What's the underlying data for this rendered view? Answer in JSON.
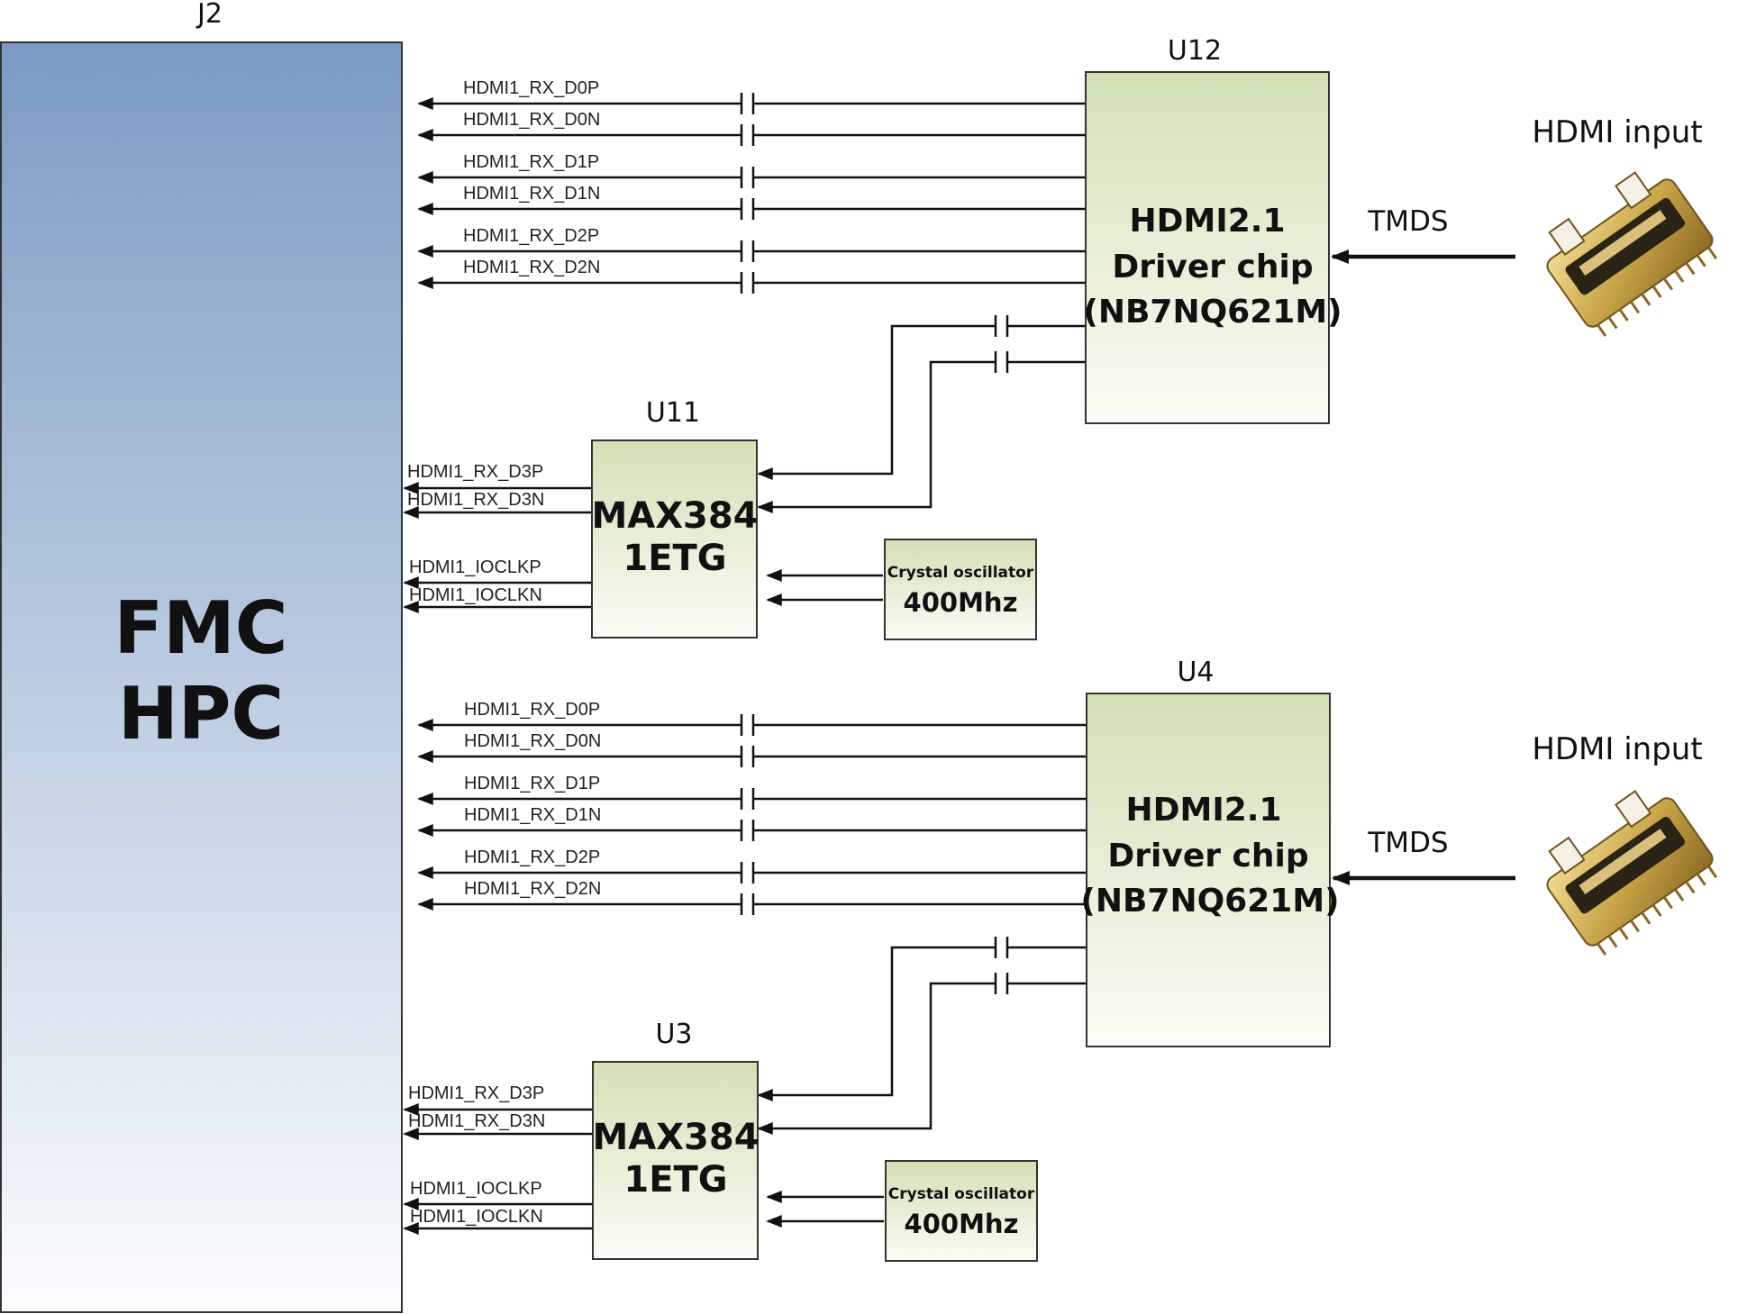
{
  "fmc": {
    "ref": "J2",
    "label_line1": "FMC",
    "label_line2": "HPC",
    "color_top": "#7b9bc3",
    "color_bottom": "#fbfcfe"
  },
  "channels": [
    {
      "driver_ref": "U12",
      "driver_line1": "HDMI2.1",
      "driver_line2": "Driver chip",
      "driver_line3": "(NB7NQ621M)",
      "retimer_ref": "U11",
      "retimer_line1": "MAX384",
      "retimer_line2": "1ETG",
      "osc_line1": "Crystal oscillator",
      "osc_line2": "400Mhz",
      "tmds": "TMDS",
      "input": "HDMI input",
      "data_signals": [
        "HDMI1_RX_D0P",
        "HDMI1_RX_D0N",
        "HDMI1_RX_D1P",
        "HDMI1_RX_D1N",
        "HDMI1_RX_D2P",
        "HDMI1_RX_D2N"
      ],
      "retimer_signals": [
        "HDMI1_RX_D3P",
        "HDMI1_RX_D3N",
        "HDMI1_IOCLKP",
        "HDMI1_IOCLKN"
      ]
    },
    {
      "driver_ref": "U4",
      "driver_line1": "HDMI2.1",
      "driver_line2": "Driver chip",
      "driver_line3": "(NB7NQ621M)",
      "retimer_ref": "U3",
      "retimer_line1": "MAX384",
      "retimer_line2": "1ETG",
      "osc_line1": "Crystal oscillator",
      "osc_line2": "400Mhz",
      "tmds": "TMDS",
      "input": "HDMI input",
      "data_signals": [
        "HDMI1_RX_D0P",
        "HDMI1_RX_D0N",
        "HDMI1_RX_D1P",
        "HDMI1_RX_D1N",
        "HDMI1_RX_D2P",
        "HDMI1_RX_D2N"
      ],
      "retimer_signals": [
        "HDMI1_RX_D3P",
        "HDMI1_RX_D3N",
        "HDMI1_IOCLKP",
        "HDMI1_IOCLKN"
      ]
    }
  ],
  "colors": {
    "chip_top": "#d2e0b5",
    "chip_bottom": "#fbfcf6",
    "line": "#111111",
    "connector_gold": "#c9a548"
  }
}
